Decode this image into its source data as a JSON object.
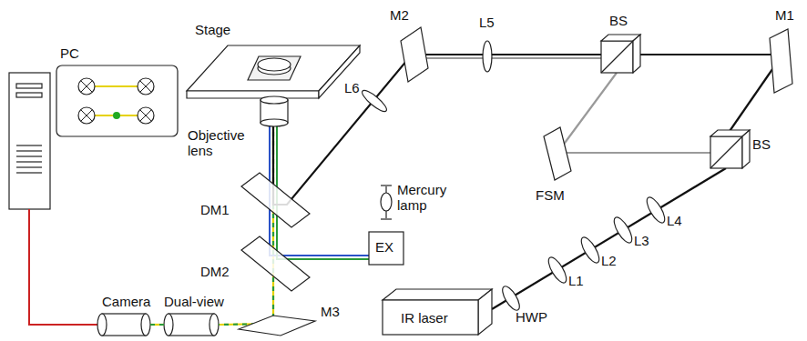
{
  "diagram": {
    "labels": [
      "M2",
      "L5",
      "BS",
      "M1",
      "Stage",
      "PC",
      "L6",
      "Objective lens",
      "Mercury lamp",
      "FSM",
      "BS",
      "DM1",
      "EX",
      "L4",
      "L3",
      "DM2",
      "L2",
      "L1",
      "HWP",
      "IR laser",
      "Camera",
      "Dual-view",
      "M3"
    ]
  }
}
